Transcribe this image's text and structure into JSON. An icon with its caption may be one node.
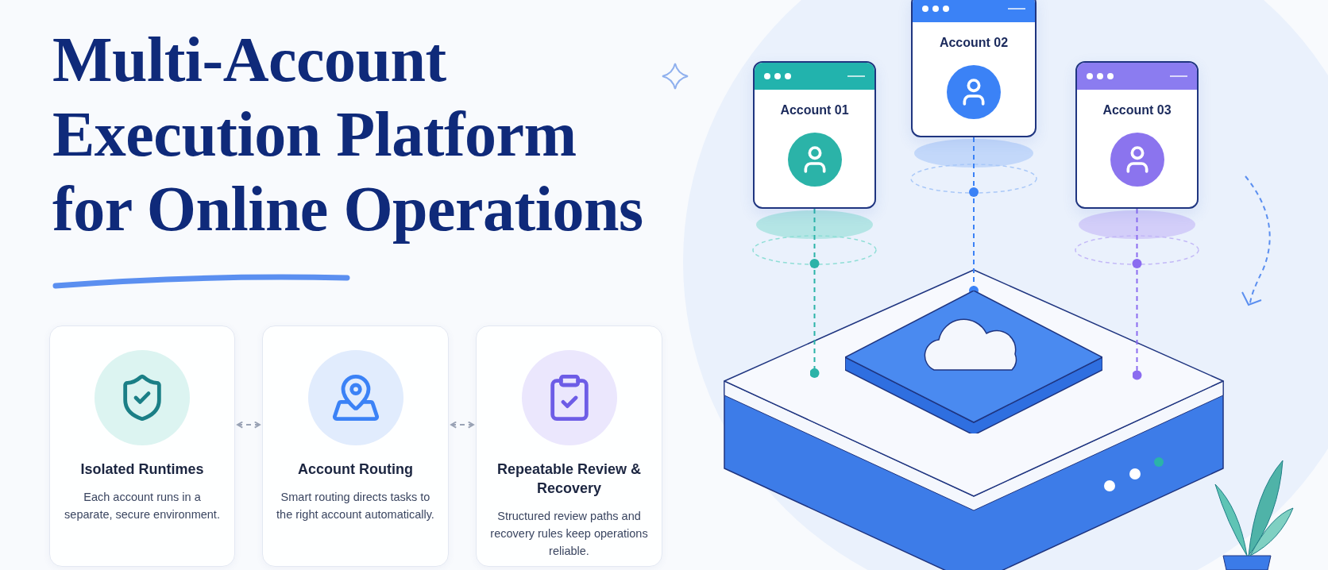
{
  "diagram": {
    "title": "Multi-Account Execution Platform for Online Operations",
    "nodes": [
      {
        "text": [
          "Isolated Runtimes",
          "Each account runs in a separate, secure environment."
        ]
      },
      {
        "text": [
          "Account Routing",
          "Smart routing directs tasks to the right account automatically."
        ]
      },
      {
        "text": [
          "Repeatable Review & Recovery",
          "Structured review paths and recovery rules keep operations reliable."
        ]
      },
      {
        "text": [
          "Account 01"
        ]
      },
      {
        "text": [
          "Account 02"
        ]
      },
      {
        "text": [
          "Account 03"
        ]
      },
      {
        "text": [],
        "shape": "cloud"
      }
    ],
    "edges": [
      {
        "from": 0,
        "to": 1,
        "arrow": "both",
        "style": "dashed",
        "color": "#9aa3b5"
      },
      {
        "from": 1,
        "to": 2,
        "arrow": "both",
        "style": "dashed",
        "color": "#9aa3b5"
      },
      {
        "from": 3,
        "to": 6,
        "arrow": "other",
        "style": "dashed",
        "color": "#2bb3a8"
      },
      {
        "from": 4,
        "to": 6,
        "arrow": "other",
        "style": "dashed",
        "color": "#3b82f6"
      },
      {
        "from": 5,
        "to": 6,
        "arrow": "other",
        "style": "dashed",
        "color": "#8b6cf0"
      }
    ]
  }
}
